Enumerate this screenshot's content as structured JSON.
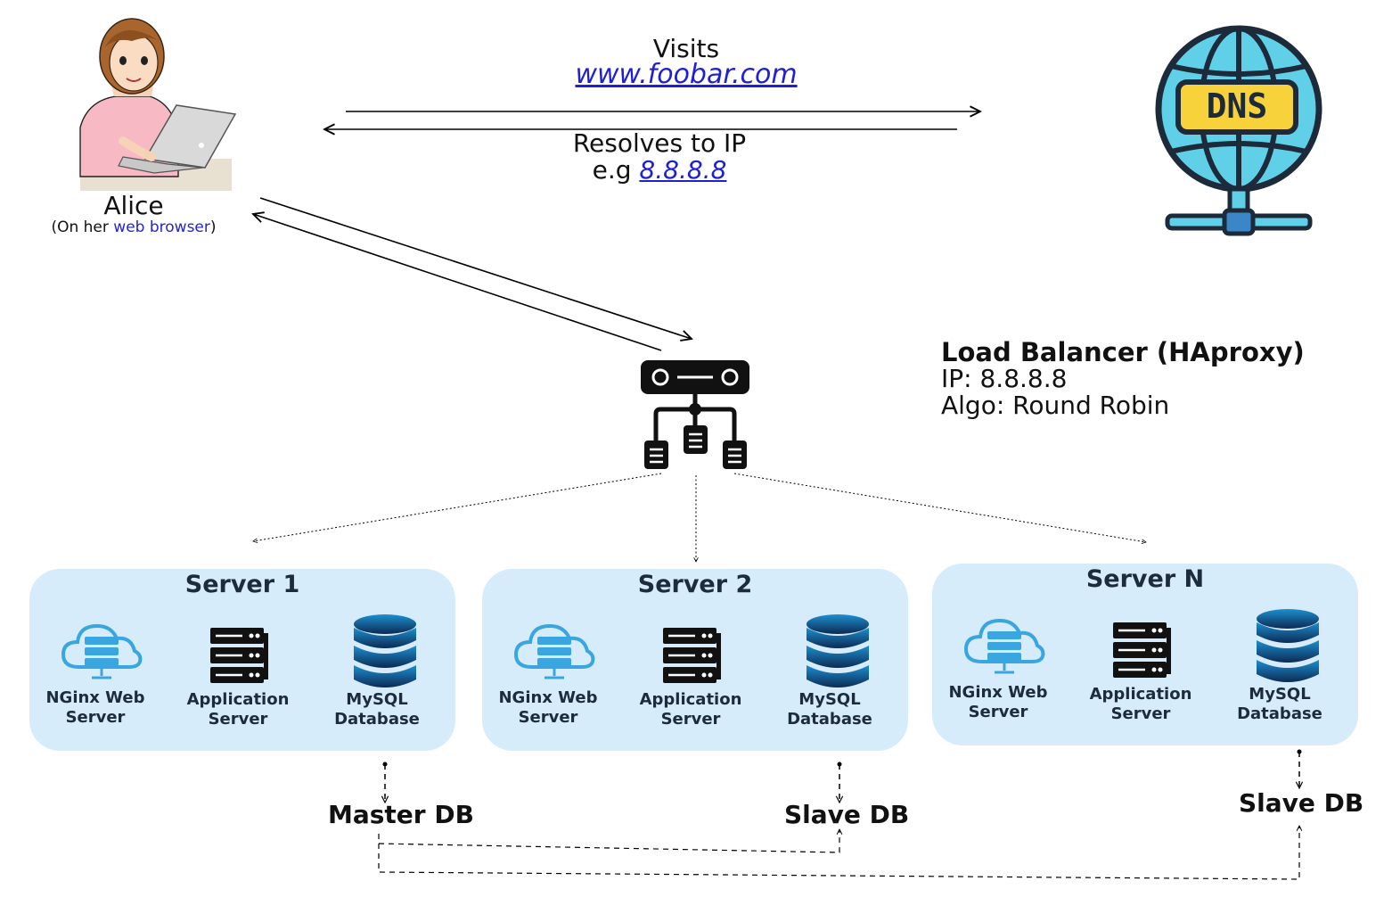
{
  "dns": {
    "visits_label": "Visits",
    "visits_url": "www.foobar.com",
    "resolves_label": "Resolves to IP",
    "example_prefix": "e.g ",
    "example_ip": "8.8.8.8",
    "badge": "DNS",
    "icon": "globe-dns-icon"
  },
  "alice": {
    "name": "Alice",
    "sub_open": "(On her ",
    "sub_link": "web browser",
    "sub_close": ")",
    "icon": "user-with-laptop-icon"
  },
  "load_balancer": {
    "title": "Load Balancer (HAproxy)",
    "ip": "IP: 8.8.8.8",
    "algo": "Algo: Round Robin",
    "icon": "load-balancer-icon"
  },
  "servers": [
    {
      "title": "Server 1",
      "web_line1": "NGinx Web",
      "web_line2": "Server",
      "app_line1": "Application",
      "app_line2": "Server",
      "db_line1": "MySQL",
      "db_line2": "Database",
      "db_role": "Master DB"
    },
    {
      "title": "Server 2",
      "web_line1": "NGinx Web",
      "web_line2": "Server",
      "app_line1": "Application",
      "app_line2": "Server",
      "db_line1": "MySQL",
      "db_line2": "Database",
      "db_role": "Slave DB"
    },
    {
      "title": "Server N",
      "web_line1": "NGinx Web",
      "web_line2": "Server",
      "app_line1": "Application",
      "app_line2": "Server",
      "db_line1": "MySQL",
      "db_line2": "Database",
      "db_role": "Slave DB"
    }
  ],
  "colors": {
    "link_blue": "#1f1fd6",
    "server_box": "#d6ecfa",
    "server_text": "#1d2b3f",
    "icon_blue": "#3aa6e0",
    "db_gradient_top": "#1c8fd0",
    "db_gradient_bottom": "#0d2b54",
    "globe_fill": "#5fd0e8",
    "dns_badge": "#f8d23a"
  }
}
